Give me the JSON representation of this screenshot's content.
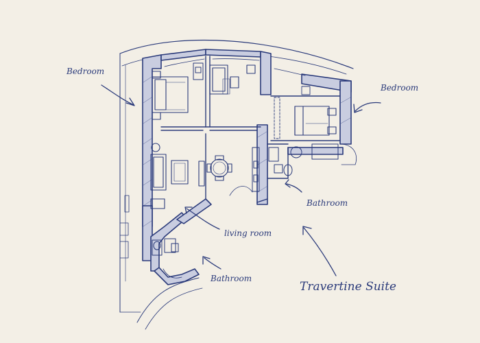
{
  "annotations": {
    "bedroom_left": "Bedroom",
    "bedroom_right": "Bedroom",
    "bathroom_right": "Bathroom",
    "living_room": "living room",
    "bathroom_bottom": "Bathroom",
    "suite_title": "Travertine Suite"
  },
  "colors": {
    "paper": "#f3efe6",
    "ink": "#2a3a7a",
    "wall_fill": "#c9cde0"
  }
}
